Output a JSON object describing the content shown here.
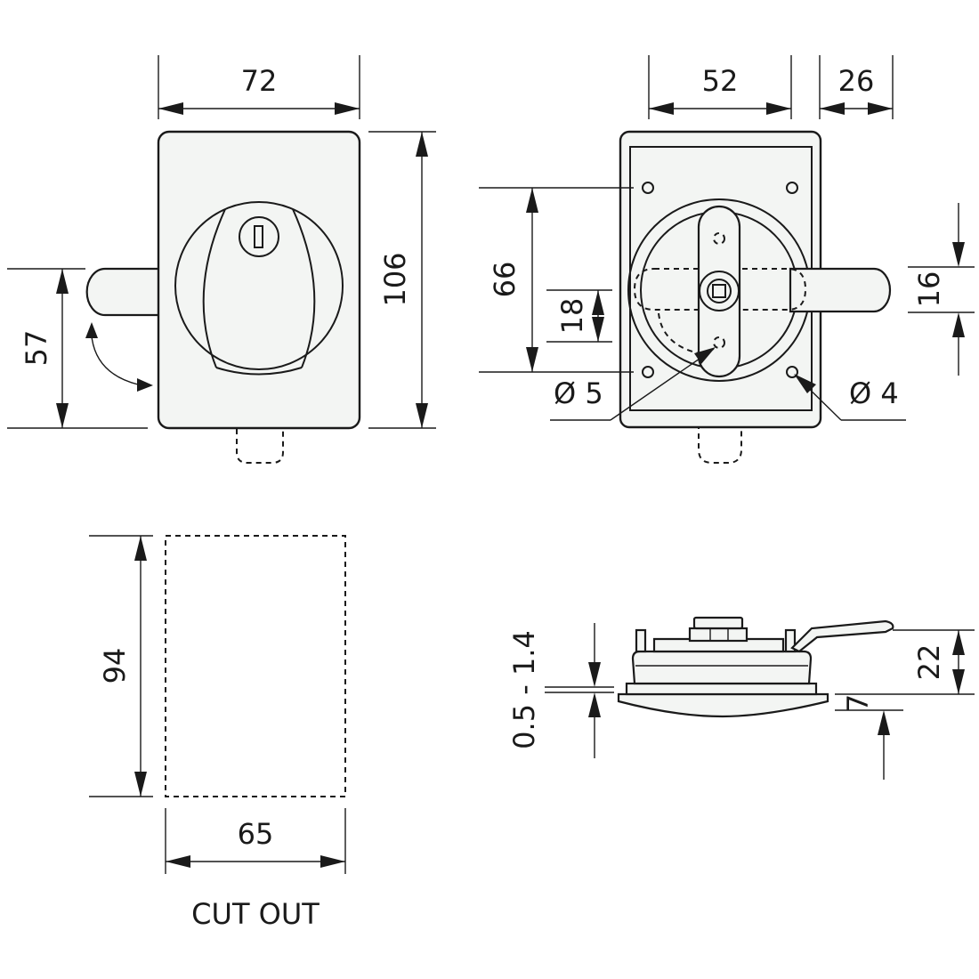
{
  "dimensions": {
    "front_width": "72",
    "front_height": "106",
    "handle_offset": "57",
    "back_width": "52",
    "back_depth": "26",
    "back_height": "66",
    "spindle_height": "18",
    "lever_height": "16",
    "hole_large": "Ø 5",
    "hole_small": "Ø 4",
    "cutout_height": "94",
    "cutout_width": "65",
    "side_thickness": "0.5 - 1.4",
    "side_height": "22",
    "side_base": "7"
  },
  "captions": {
    "cutout": "CUT OUT"
  }
}
